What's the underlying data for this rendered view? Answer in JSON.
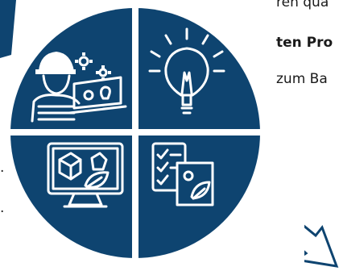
{
  "text_lines": {
    "line1": "ren qua",
    "line2": "ten Pro",
    "line3": "zum Ba"
  },
  "edge_marks": {
    "dot1": ".",
    "dot2": "."
  },
  "colors": {
    "navy": "#0e4470",
    "white": "#ffffff",
    "text": "#1a1a1a"
  },
  "icons": {
    "quadrant_top_left": "engineer-with-laptop-and-gears-icon",
    "quadrant_top_right": "light-bulb-idea-icon",
    "quadrant_bottom_left": "monitor-with-3d-model-and-leaf-icon",
    "quadrant_bottom_right": "checklist-with-gear-and-leaf-icon",
    "arrow": "down-right-arrow-icon"
  }
}
